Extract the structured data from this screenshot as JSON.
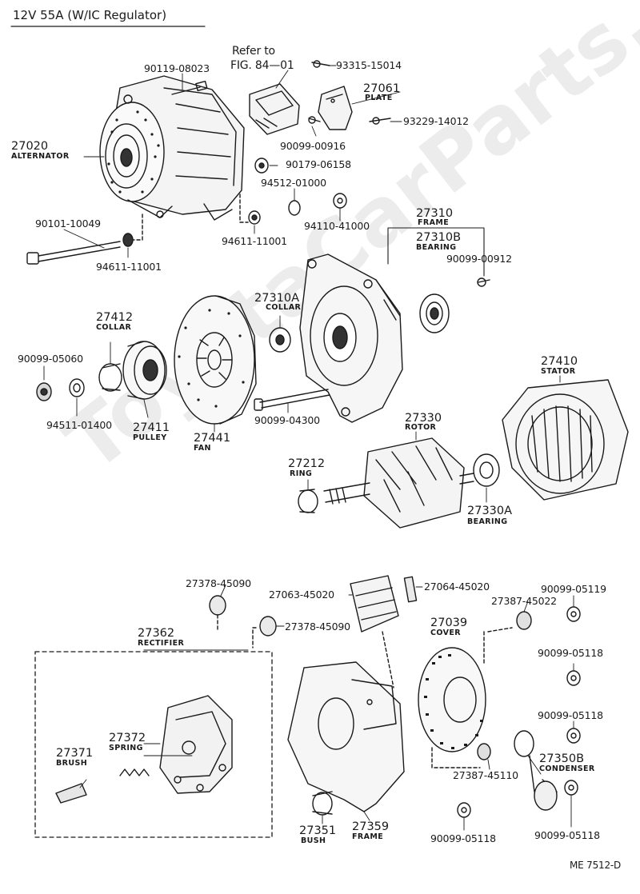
{
  "title": "12V 55A (W/IC Regulator)",
  "watermark": "ToyotaCarParts.ru",
  "diagram_code": "ME 7512-D",
  "refer": {
    "line1": "Refer to",
    "line2": "FIG. 84—01"
  },
  "parts": {
    "p27020": {
      "number": "27020",
      "name": "ALTERNATOR"
    },
    "p90119": {
      "number": "90119-08023"
    },
    "p93315": {
      "number": "93315-15014"
    },
    "p27061": {
      "number": "27061",
      "name": "PLATE"
    },
    "p93229": {
      "number": "93229-14012"
    },
    "p90099_00916": {
      "number": "90099-00916"
    },
    "p90179": {
      "number": "90179-06158"
    },
    "p94512": {
      "number": "94512-01000"
    },
    "p94110": {
      "number": "94110-41000"
    },
    "p90101": {
      "number": "90101-10049"
    },
    "p94611a": {
      "number": "94611-11001"
    },
    "p94611b": {
      "number": "94611-11001"
    },
    "p27310": {
      "number": "27310",
      "name": "FRAME"
    },
    "p27310B": {
      "number": "27310B",
      "name": "BEARING"
    },
    "p90099_00912": {
      "number": "90099-00912"
    },
    "p27310A": {
      "number": "27310A",
      "name": "COLLAR"
    },
    "p27412": {
      "number": "27412",
      "name": "COLLAR"
    },
    "p90099_05060": {
      "number": "90099-05060"
    },
    "p94511": {
      "number": "94511-01400"
    },
    "p27411": {
      "number": "27411",
      "name": "PULLEY"
    },
    "p27441": {
      "number": "27441",
      "name": "FAN"
    },
    "p90099_04300": {
      "number": "90099-04300"
    },
    "p27410": {
      "number": "27410",
      "name": "STATOR"
    },
    "p27330": {
      "number": "27330",
      "name": "ROTOR"
    },
    "p27212": {
      "number": "27212",
      "name": "RING"
    },
    "p27330A": {
      "number": "27330A",
      "name": "BEARING"
    },
    "p27378a": {
      "number": "27378-45090"
    },
    "p27378b": {
      "number": "27378-45090"
    },
    "p27063": {
      "number": "27063-45020"
    },
    "p27064": {
      "number": "27064-45020"
    },
    "p90099_05119": {
      "number": "90099-05119"
    },
    "p27387a": {
      "number": "27387-45022"
    },
    "p27362": {
      "number": "27362",
      "name": "RECTIFIER"
    },
    "p27039": {
      "number": "27039",
      "name": "COVER"
    },
    "p90099_05118a": {
      "number": "90099-05118"
    },
    "p90099_05118b": {
      "number": "90099-05118"
    },
    "p27372": {
      "number": "27372",
      "name": "SPRING"
    },
    "p27371": {
      "number": "27371",
      "name": "BRUSH"
    },
    "p27350B": {
      "number": "27350B",
      "name": "CONDENSER"
    },
    "p27387b": {
      "number": "27387-45110"
    },
    "p27351": {
      "number": "27351",
      "name": "BUSH"
    },
    "p27359": {
      "number": "27359",
      "name": "FRAME"
    },
    "p90099_05118c": {
      "number": "90099-05118"
    },
    "p90099_05118d": {
      "number": "90099-05118"
    }
  }
}
